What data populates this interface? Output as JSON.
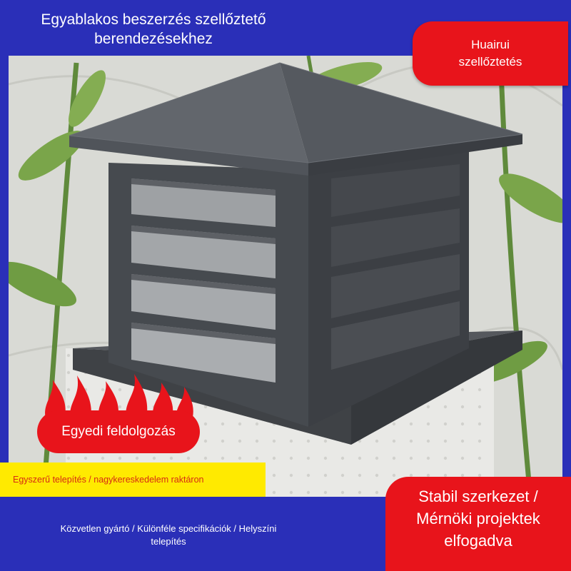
{
  "header": {
    "title_line1": "Egyablakos beszerzés szellőztető",
    "title_line2": "berendezésekhez"
  },
  "brand": {
    "line1": "Huairui",
    "line2": "szellőztetés"
  },
  "badges": {
    "custom": "Egyedi feldolgozás",
    "install": "Egyszerű telepítés / nagykereskedelem raktáron",
    "manufacturer_line1": "Közvetlen gyártó / Különféle specifikációk / Helyszíni",
    "manufacturer_line2": "telepítés",
    "stable_line1": "Stabil szerkezet /",
    "stable_line2": "Mérnöki projektek",
    "stable_line3": "elfogadva"
  },
  "colors": {
    "blue": "#2a2fb8",
    "red": "#e8141b",
    "yellow": "#ffea00",
    "metal": "#4a4d52"
  },
  "icons": {
    "fire": "flame-icon"
  }
}
